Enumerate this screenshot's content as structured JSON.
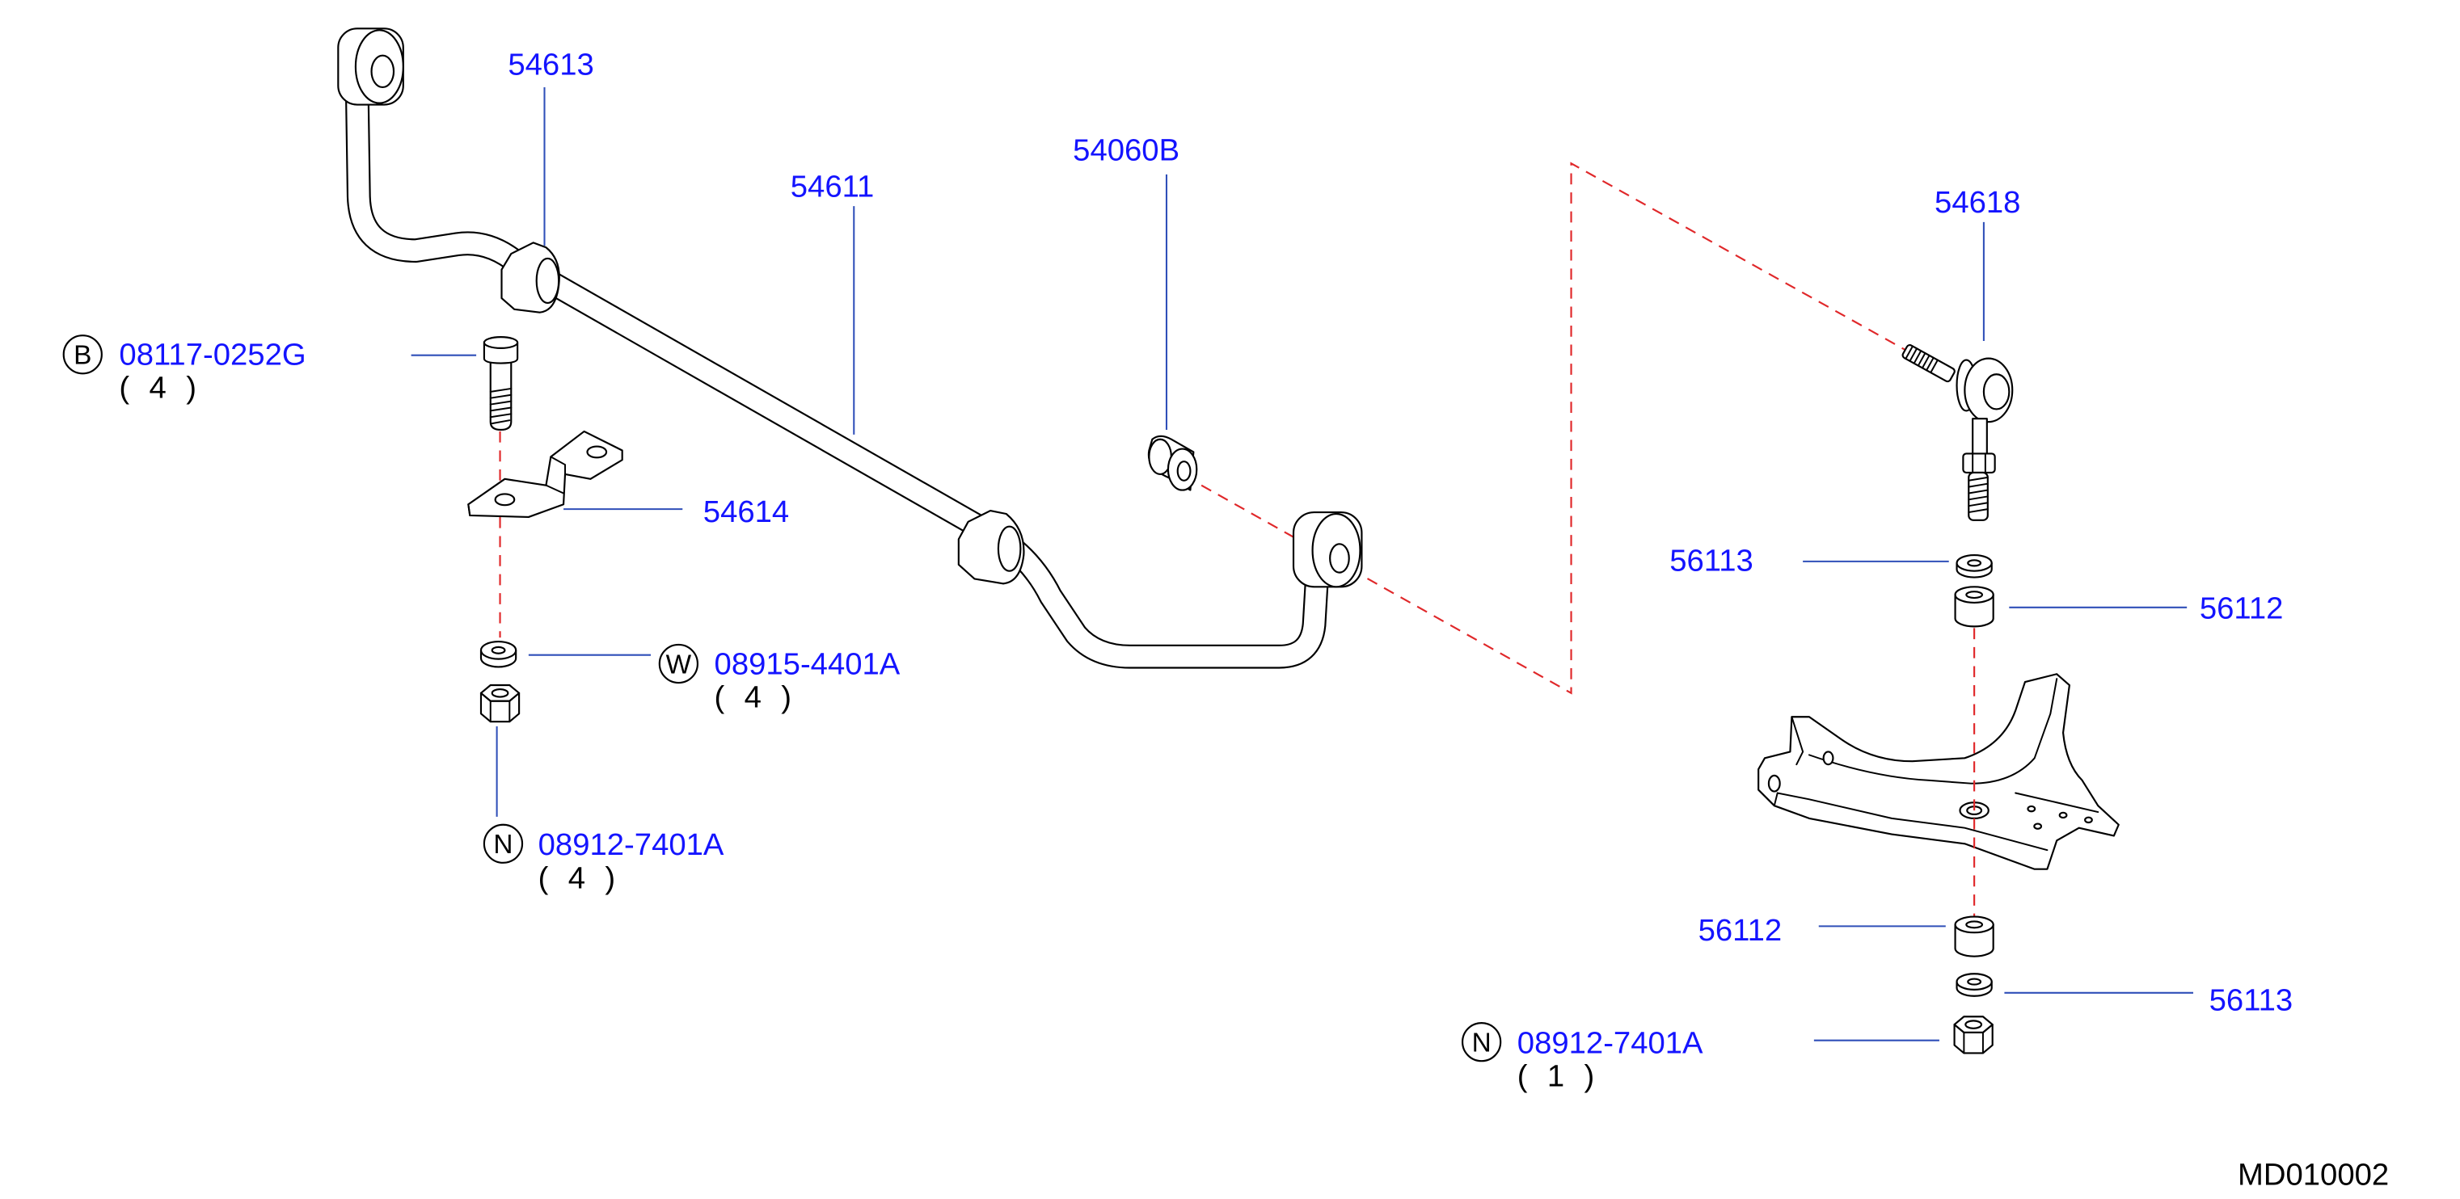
{
  "colors": {
    "label": "#1414ff",
    "leader": "#2f4fb8",
    "guide_line": "#e0282a",
    "outline": "#000000",
    "background": "#ffffff"
  },
  "diagram_id": "MD010002",
  "callouts": [
    {
      "part": "54613"
    },
    {
      "part": "54611"
    },
    {
      "part": "54060B"
    },
    {
      "part": "54618"
    },
    {
      "symbol": "B",
      "part": "08117-0252G",
      "qty": "( 4 )"
    },
    {
      "part": "54614"
    },
    {
      "symbol": "W",
      "part": "08915-4401A",
      "qty": "( 4 )"
    },
    {
      "symbol": "N",
      "part": "08912-7401A",
      "qty": "( 4 )"
    },
    {
      "part": "56113"
    },
    {
      "part": "56112"
    },
    {
      "part": "56112"
    },
    {
      "part": "56113"
    },
    {
      "symbol": "N",
      "part": "08912-7401A",
      "qty": "( 1 )"
    }
  ]
}
